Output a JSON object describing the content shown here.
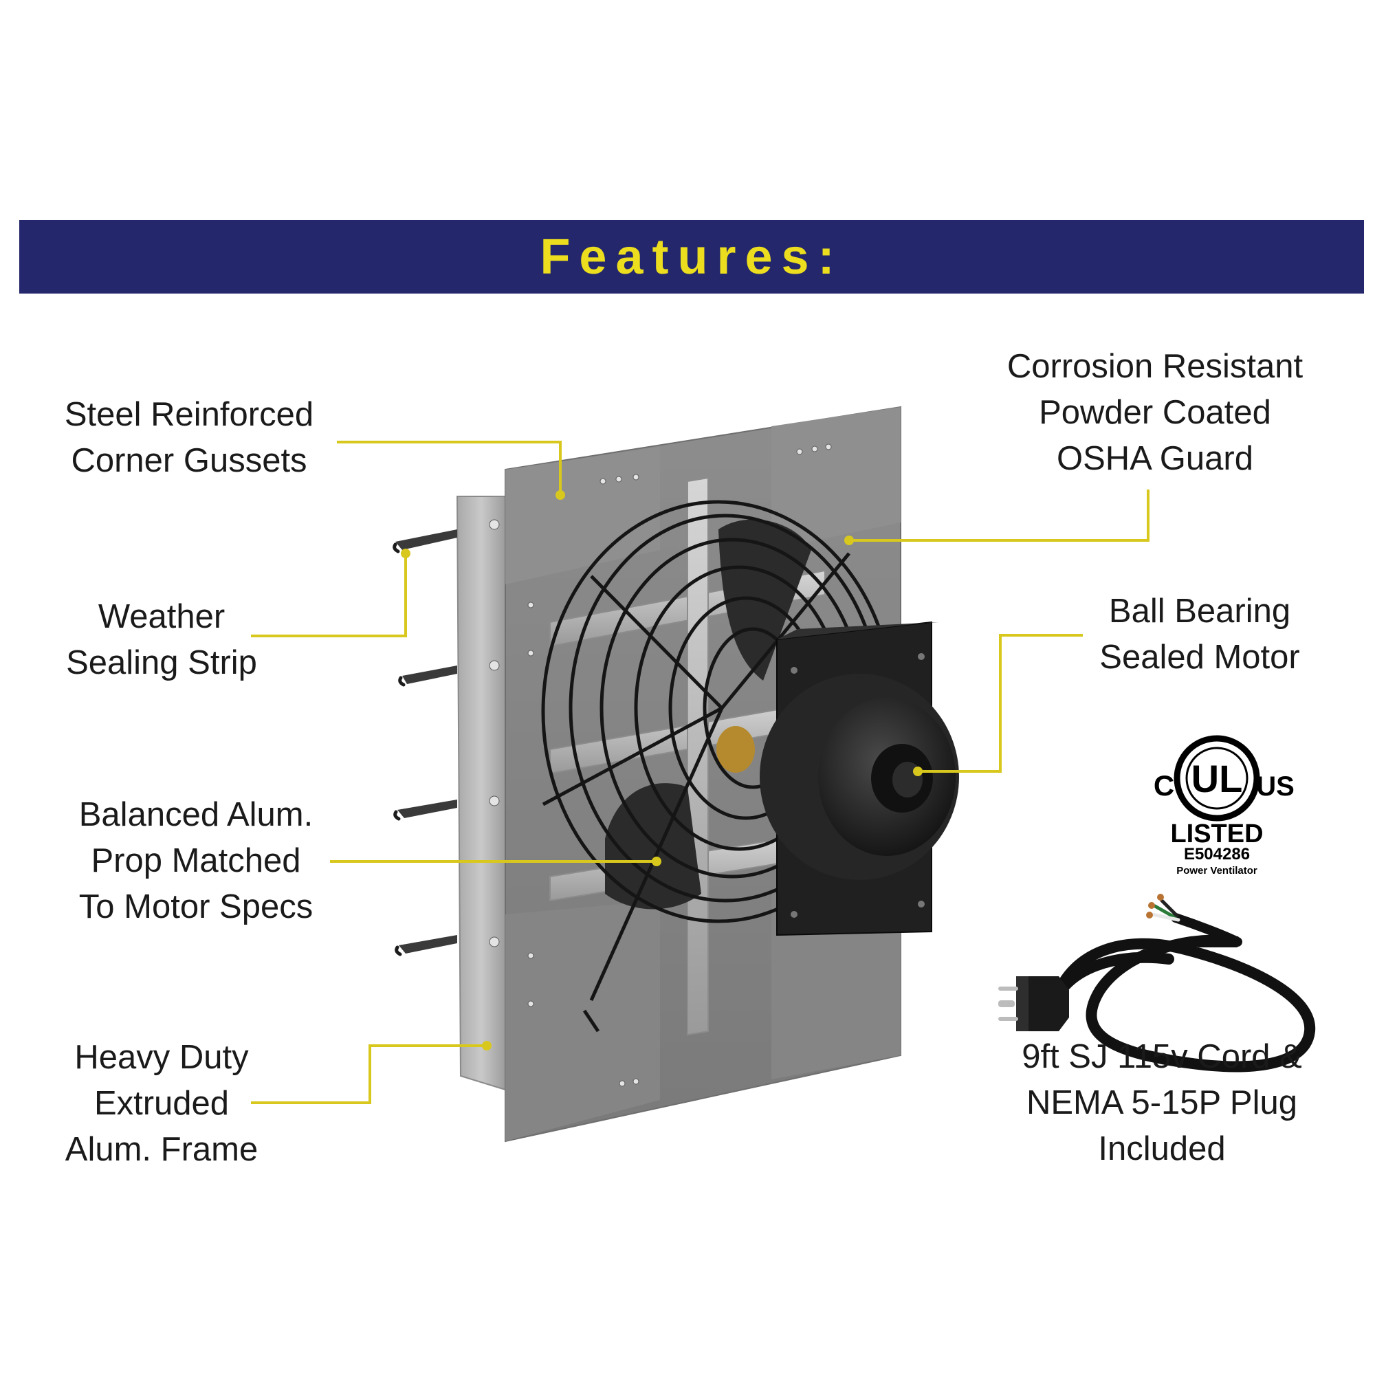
{
  "banner": {
    "title": "Features:"
  },
  "callouts": {
    "gussets": {
      "line1": "Steel Reinforced",
      "line2": "Corner Gussets"
    },
    "weather": {
      "line1": "Weather",
      "line2": "Sealing Strip"
    },
    "prop": {
      "line1": "Balanced Alum.",
      "line2": "Prop Matched",
      "line3": "To Motor Specs"
    },
    "frame": {
      "line1": "Heavy Duty",
      "line2": "Extruded",
      "line3": "Alum. Frame"
    },
    "guard": {
      "line1": "Corrosion Resistant",
      "line2": "Powder Coated",
      "line3": "OSHA Guard"
    },
    "motor": {
      "line1": "Ball Bearing",
      "line2": "Sealed Motor"
    },
    "cord": {
      "line1": "9ft SJ 115v Cord &",
      "line2": "NEMA 5-15P Plug",
      "line3": "Included"
    }
  },
  "ul_mark": {
    "left": "C",
    "center": "UL",
    "right": "US",
    "listed": "LISTED",
    "file_number": "E504286",
    "category": "Power Ventilator"
  },
  "colors": {
    "banner_bg": "#24276b",
    "banner_text": "#ecde1e",
    "leader_line": "#d8c81e",
    "text": "#1a1a1a"
  },
  "icons": [
    "exhaust-fan-illustration",
    "ul-listed-mark-icon",
    "power-cord-plug-icon"
  ]
}
